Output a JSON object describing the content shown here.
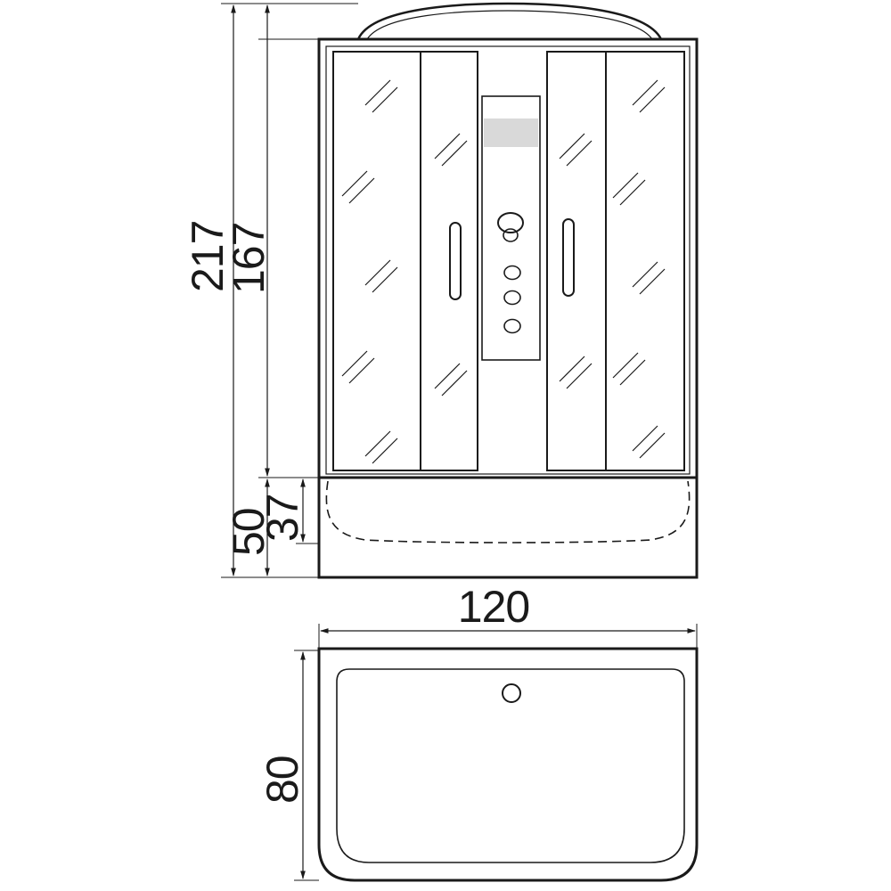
{
  "dimensions": {
    "total_height": "217",
    "glass_height": "167",
    "tray_height": "50",
    "tray_depth": "37",
    "width": "120",
    "depth": "80"
  },
  "colors": {
    "line": "#1a1a1a",
    "light_panel": "#d9d9d9",
    "background": "#ffffff"
  }
}
